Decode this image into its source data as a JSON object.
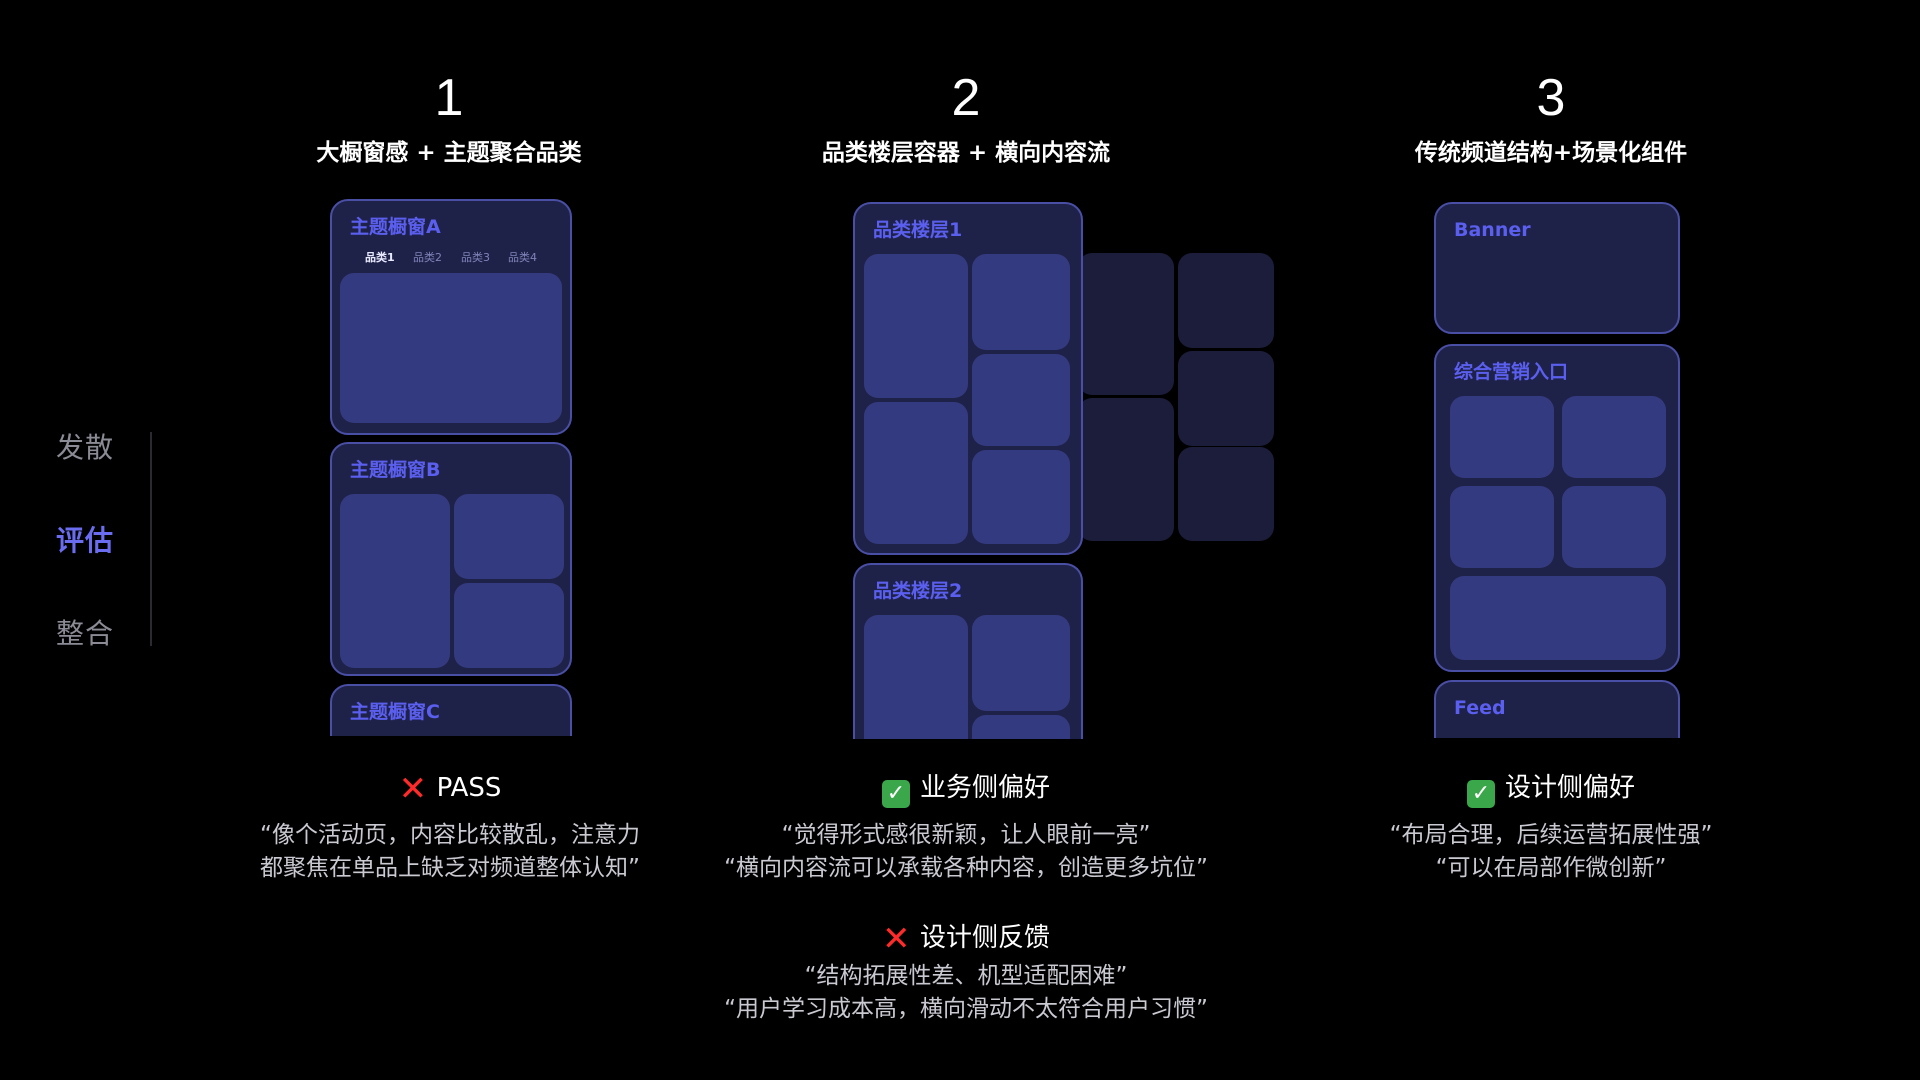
{
  "colors": {
    "accent": "#6a6df0",
    "card_bg": "#1f2248",
    "card_border": "#4a4fa6",
    "tile": "#343a80",
    "tile_dim": "#1b1d3a",
    "muted_text": "#8b8b95",
    "quote_text": "#c9c9d1",
    "cross": "#ff2b2b",
    "check": "#3aa84a"
  },
  "steps": [
    {
      "label": "发散",
      "active": false
    },
    {
      "label": "评估",
      "active": true
    },
    {
      "label": "整合",
      "active": false
    }
  ],
  "columns": [
    {
      "number": "1",
      "subtitle": "大橱窗感 + 主题聚合品类",
      "mock": {
        "windows": [
          "主题橱窗A",
          "主题橱窗B",
          "主题橱窗C"
        ],
        "tabs": [
          "品类1",
          "品类2",
          "品类3",
          "品类4"
        ]
      },
      "result": {
        "icon": "cross-icon",
        "label": "PASS"
      },
      "quotes": [
        "“像个活动页，内容比较散乱，注意力",
        "都聚焦在单品上缺乏对频道整体认知”"
      ]
    },
    {
      "number": "2",
      "subtitle": "品类楼层容器 + 横向内容流",
      "mock": {
        "floors": [
          "品类楼层1",
          "品类楼层2"
        ]
      },
      "result": {
        "icon": "check-icon",
        "label": "业务侧偏好"
      },
      "quotes": [
        "“觉得形式感很新颖，让人眼前一亮”",
        "“横向内容流可以承载各种内容，创造更多坑位”"
      ],
      "result2": {
        "icon": "cross-icon",
        "label": "设计侧反馈"
      },
      "quotes2": [
        "“结构拓展性差、机型适配困难”",
        "“用户学习成本高，横向滑动不太符合用户习惯”"
      ]
    },
    {
      "number": "3",
      "subtitle": "传统频道结构+场景化组件",
      "mock": {
        "blocks": [
          "Banner",
          "综合营销入口",
          "Feed"
        ]
      },
      "result": {
        "icon": "check-icon",
        "label": "设计侧偏好"
      },
      "quotes": [
        "“布局合理，后续运营拓展性强”",
        "“可以在局部作微创新”"
      ]
    }
  ]
}
